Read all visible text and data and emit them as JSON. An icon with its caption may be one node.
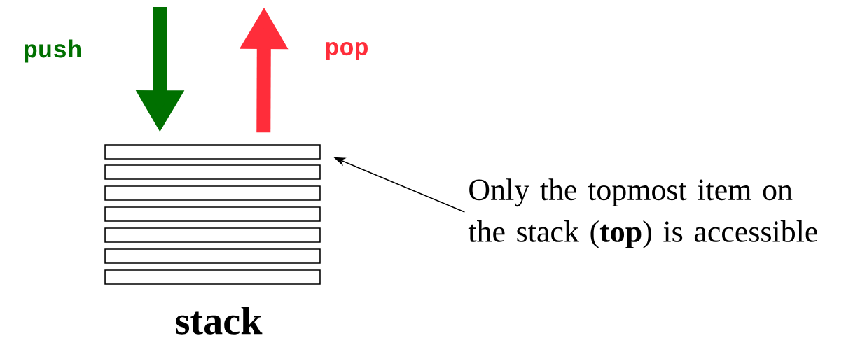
{
  "diagram": {
    "nodes": [
      {
        "text": [],
        "shape": "bar"
      },
      {
        "text": [],
        "shape": "bar"
      },
      {
        "text": [],
        "shape": "bar"
      },
      {
        "text": [],
        "shape": "bar"
      },
      {
        "text": [],
        "shape": "bar"
      },
      {
        "text": [],
        "shape": "bar"
      },
      {
        "text": [],
        "shape": "bar"
      },
      {
        "text": [
          "Only the topmost item on the stack (**top**) is accessible"
        ]
      }
    ],
    "edges": [
      {
        "from": null,
        "to": 0,
        "arrow": "to",
        "label": "push",
        "color": "#007000"
      },
      {
        "from": 0,
        "to": null,
        "arrow": "to",
        "label": "pop",
        "color": "#ff2d3a"
      },
      {
        "from": 7,
        "to": 0,
        "arrow": "to",
        "color": "#000000"
      }
    ],
    "labels": [
      "stack"
    ]
  }
}
